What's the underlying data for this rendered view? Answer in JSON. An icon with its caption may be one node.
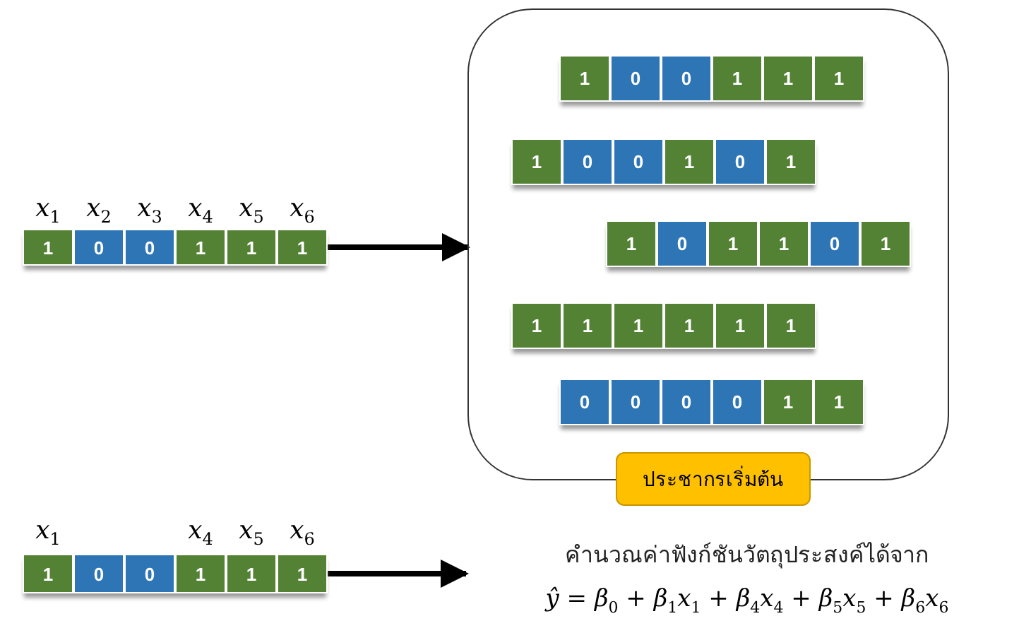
{
  "diagram": {
    "nodes": [
      {
        "text": [
          "1",
          "0",
          "0",
          "1",
          "1",
          "1"
        ],
        "beside": [
          "*x*$_{1}$",
          "*x*$_{2}$",
          "*x*$_{3}$",
          "*x*$_{4}$",
          "*x*$_{5}$",
          "*x*$_{6}$"
        ]
      },
      {
        "text": [
          "ประชากรเริ่มต้น"
        ]
      },
      {
        "text": [
          "1",
          "0",
          "0",
          "1",
          "1",
          "1"
        ],
        "in": 1
      },
      {
        "text": [
          "1",
          "0",
          "0",
          "1",
          "0",
          "1"
        ],
        "in": 1
      },
      {
        "text": [
          "1",
          "0",
          "1",
          "1",
          "0",
          "1"
        ],
        "in": 1
      },
      {
        "text": [
          "1",
          "1",
          "1",
          "1",
          "1",
          "1"
        ],
        "in": 1
      },
      {
        "text": [
          "0",
          "0",
          "0",
          "0",
          "1",
          "1"
        ],
        "in": 1
      },
      {
        "text": [
          "1",
          "0",
          "0",
          "1",
          "1",
          "1"
        ],
        "beside": [
          "*x*$_{1}$",
          "*x*$_{4}$",
          "*x*$_{5}$",
          "*x*$_{6}$"
        ]
      },
      {
        "text": [
          "คำนวณค่าฟังก์ชันวัตถุประสงค์ได้จาก",
          "*ŷ* = *β*$_{0}$ + *β*$_{1}$*x*$_{1}$ + *β*$_{4}$*x*$_{4}$ + *β*$_{5}$*x*$_{5}$ + *β*$_{6}$*x*$_{6}$"
        ]
      }
    ],
    "edges": [
      {
        "from": 0,
        "to": 1,
        "arrow": "to"
      },
      {
        "from": 7,
        "to": 8,
        "arrow": "to"
      }
    ]
  }
}
